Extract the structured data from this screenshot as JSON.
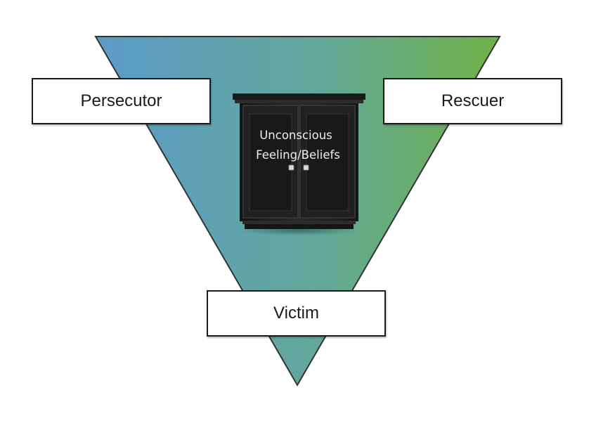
{
  "diagram": {
    "type": "drama-triangle",
    "colors": {
      "triangle_left": "#5b9bc8",
      "triangle_right": "#6fb04a",
      "triangle_outline": "#333333",
      "cabinet": "#1e1e1e",
      "box_border": "#1a1a1a"
    },
    "roles": {
      "top_left": "Persecutor",
      "top_right": "Rescuer",
      "bottom": "Victim"
    },
    "center": {
      "icon": "cabinet-icon",
      "line1": "Unconscious",
      "line2": "Feeling/Beliefs"
    }
  }
}
